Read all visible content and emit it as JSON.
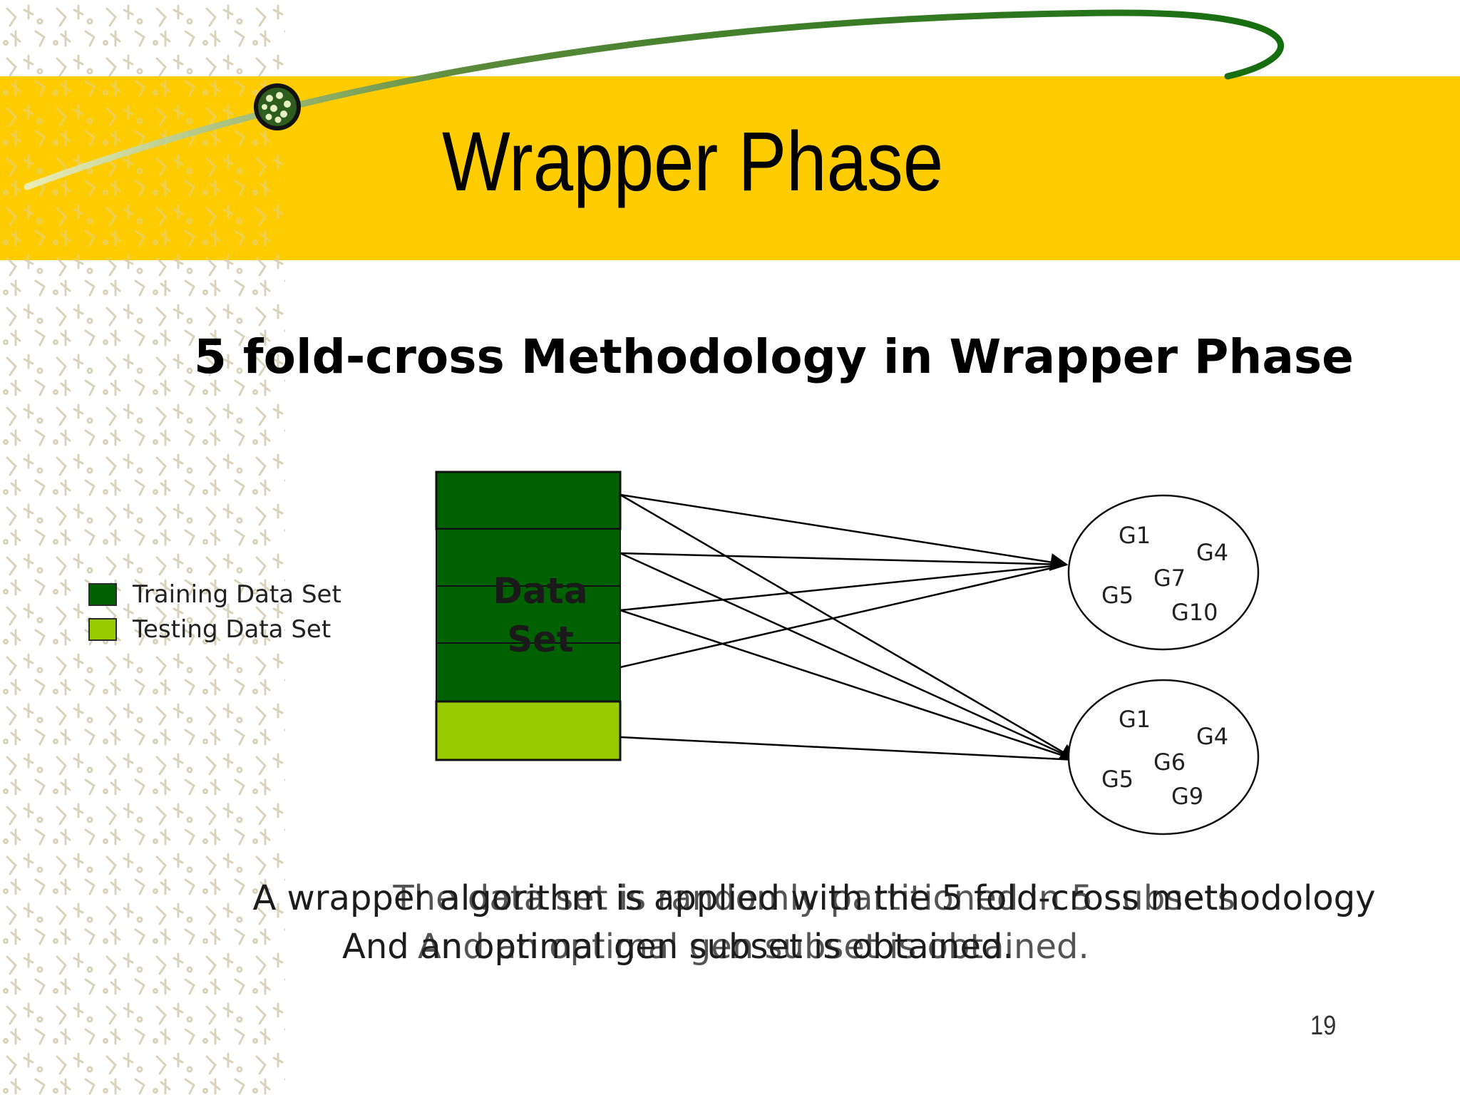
{
  "slide": {
    "title": "Wrapper Phase",
    "subtitle": "5 fold-cross Methodology in Wrapper Phase",
    "page_number": "19"
  },
  "legend": [
    {
      "label": "Training Data Set",
      "color": "#006100"
    },
    {
      "label": "Testing Data Set",
      "color": "#99cc00"
    }
  ],
  "diagram": {
    "data_set_line1": "Data",
    "data_set_line2": "Set",
    "folds": [
      "training",
      "training",
      "training",
      "training",
      "testing"
    ],
    "groups": [
      {
        "genes": [
          "G1",
          "G4",
          "G7",
          "G5",
          "G10"
        ]
      },
      {
        "genes": [
          "G1",
          "G4",
          "G6",
          "G5",
          "G9"
        ]
      }
    ]
  },
  "captions": {
    "line1_a": "A wrapper algorithm is applied with the 5 fold-cross methodology",
    "line1_b": "The data set is randomly partitioned in 5 subsets",
    "line2_a": "And an optimal gen subset is obtained.",
    "line2_b": "And an optimal gen subset is obtained."
  },
  "colors": {
    "banner": "#ffcc00",
    "training": "#006100",
    "testing": "#99cc00",
    "swoosh": "#1a6b10"
  }
}
